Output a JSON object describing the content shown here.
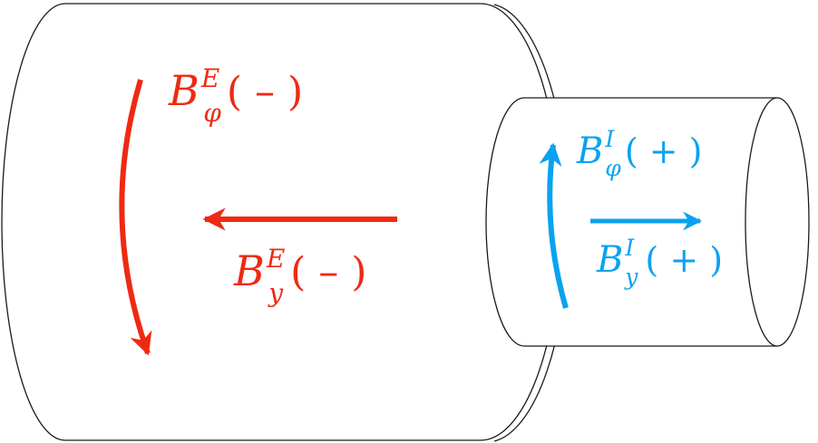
{
  "colors": {
    "exterior": "#ee2a12",
    "interior": "#0aa2f0",
    "outline": "#1a1a1a",
    "background": "#ffffff"
  },
  "labels": {
    "ext_phi": {
      "base": "B",
      "superscript": "E",
      "subscript": "φ",
      "sign": "( – )"
    },
    "ext_y": {
      "base": "B",
      "superscript": "E",
      "subscript": "y",
      "sign": "( – )"
    },
    "int_phi": {
      "base": "B",
      "superscript": "I",
      "subscript": "φ",
      "sign": "( + )"
    },
    "int_y": {
      "base": "B",
      "superscript": "I",
      "subscript": "y",
      "sign": "( + )"
    }
  }
}
